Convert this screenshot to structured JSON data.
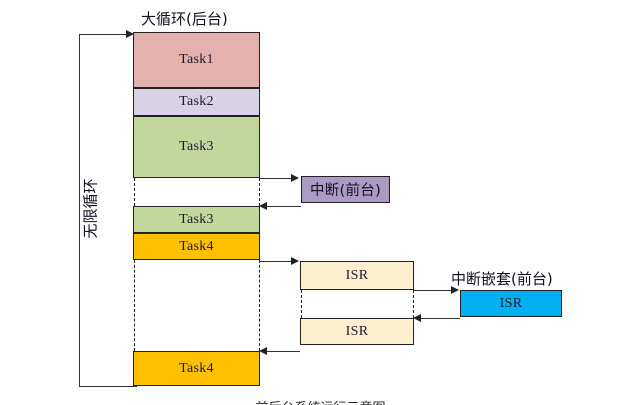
{
  "diagram": {
    "title_top": "大循环(后台)",
    "vertical_label": "无限循环",
    "nested_label": "中断嵌套(前台)",
    "caption": "前后台系统运行示意图",
    "colors": {
      "task1": "#e4b1ad",
      "task2": "#d8d2e4",
      "task3": "#c3d69b",
      "task4": "#ffc000",
      "isr": "#fdeecf",
      "interrupt": "#ab9ac4",
      "nested_isr": "#00b0f0",
      "stroke": "#222222"
    },
    "background_blocks": [
      {
        "label": "Task1",
        "fill": "task1"
      },
      {
        "label": "Task2",
        "fill": "task2"
      },
      {
        "label": "Task3",
        "fill": "task3"
      },
      {
        "label": "Task3",
        "fill": "task3"
      },
      {
        "label": "Task4",
        "fill": "task4"
      },
      {
        "label": "Task4",
        "fill": "task4"
      }
    ],
    "foreground_blocks": [
      {
        "label": "中断(前台)",
        "fill": "interrupt"
      },
      {
        "label": "ISR",
        "fill": "isr"
      },
      {
        "label": "ISR",
        "fill": "isr"
      },
      {
        "label": "ISR",
        "fill": "nested_isr"
      }
    ],
    "blocks": {
      "task1": "Task1",
      "task2": "Task2",
      "task3_a": "Task3",
      "task3_b": "Task3",
      "task4_a": "Task4",
      "task4_b": "Task4",
      "interrupt": "中断(前台)",
      "isr_a": "ISR",
      "isr_b": "ISR",
      "isr_nested": "ISR"
    }
  }
}
